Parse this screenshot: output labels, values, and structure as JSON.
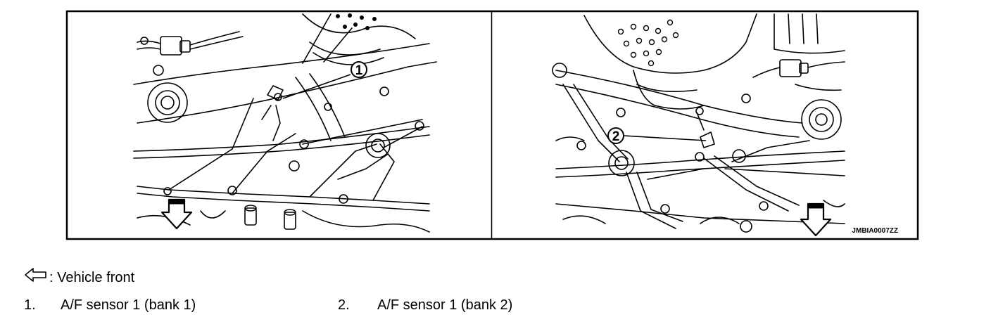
{
  "figure": {
    "left_panel": {
      "callout": "1"
    },
    "right_panel": {
      "callout": "2"
    },
    "figure_code": "JMBIA0007ZZ"
  },
  "legend": {
    "front": {
      "text": ": Vehicle front",
      "icon": "hollow-arrow-left-icon"
    },
    "items": [
      {
        "number": "1.",
        "label": "A/F sensor 1 (bank 1)"
      },
      {
        "number": "2.",
        "label": "A/F sensor 1 (bank 2)"
      }
    ]
  }
}
